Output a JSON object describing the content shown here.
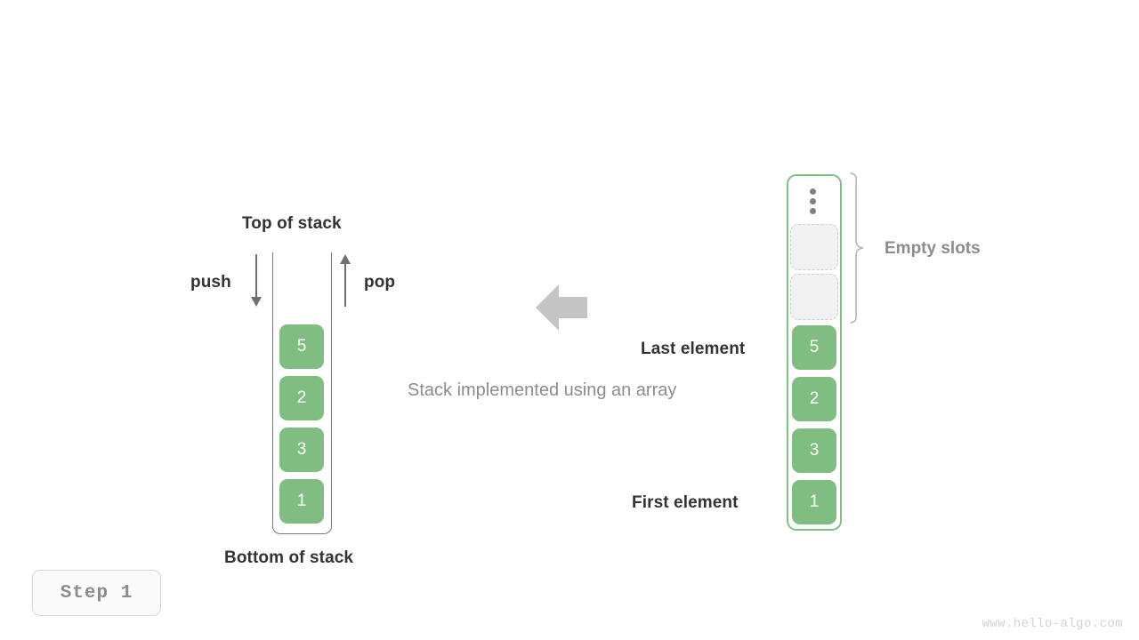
{
  "figure": {
    "caption": "Stack implemented using an array",
    "watermark": "www.hello-algo.com",
    "step_badge": "Step 1"
  },
  "colors": {
    "cell_fill": "#7fbe80",
    "cell_text": "#ffffff",
    "stack_border": "#7a7a7a",
    "array_border": "#82c182",
    "empty_slot_fill": "#f2f2f2",
    "empty_slot_border": "#cfcfcf",
    "label_dark": "#333333",
    "label_gray": "#8c8c8c",
    "arrow_gray": "#707070",
    "big_arrow": "#c4c4c4"
  },
  "left_stack": {
    "top_label": "Top of stack",
    "bottom_label": "Bottom of stack",
    "push_label": "push",
    "pop_label": "pop",
    "push_icon": "arrow-down-icon",
    "pop_icon": "arrow-up-icon",
    "cells": [
      {
        "value": "5"
      },
      {
        "value": "2"
      },
      {
        "value": "3"
      },
      {
        "value": "1"
      }
    ]
  },
  "center": {
    "arrow_icon": "arrow-left-icon",
    "caption": "Stack implemented using an array"
  },
  "right_array": {
    "empty_slots_label": "Empty slots",
    "last_element_label": "Last element",
    "first_element_label": "First element",
    "overflow_icon": "vertical-dots-icon",
    "empty_slots_count": 2,
    "cells": [
      {
        "value": "5"
      },
      {
        "value": "2"
      },
      {
        "value": "3"
      },
      {
        "value": "1"
      }
    ]
  }
}
